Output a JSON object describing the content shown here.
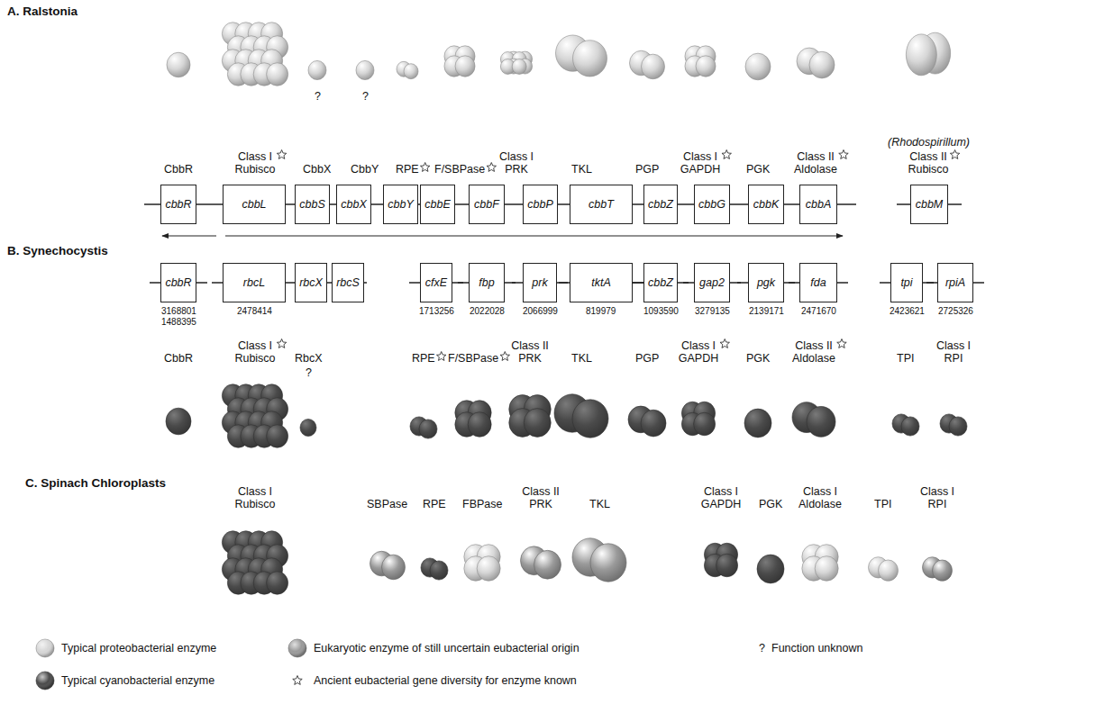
{
  "diagram": {
    "nodes": [
      {
        "text": [
          "cbbR"
        ]
      },
      {
        "text": [
          "cbbL"
        ]
      },
      {
        "text": [
          "cbbS"
        ]
      },
      {
        "text": [
          "cbbX"
        ]
      },
      {
        "text": [
          "cbbY"
        ]
      },
      {
        "text": [
          "cbbE"
        ]
      },
      {
        "text": [
          "cbbF"
        ]
      },
      {
        "text": [
          "cbbP"
        ]
      },
      {
        "text": [
          "cbbT"
        ]
      },
      {
        "text": [
          "cbbZ"
        ]
      },
      {
        "text": [
          "cbbG"
        ]
      },
      {
        "text": [
          "cbbK"
        ]
      },
      {
        "text": [
          "cbbA"
        ]
      },
      {
        "text": [
          "cbbM"
        ]
      },
      {
        "text": [
          "cbbR"
        ]
      },
      {
        "text": [
          "rbcL"
        ]
      },
      {
        "text": [
          "rbcX"
        ]
      },
      {
        "text": [
          "rbcS"
        ]
      },
      {
        "text": [
          "cfxE"
        ]
      },
      {
        "text": [
          "fbp"
        ]
      },
      {
        "text": [
          "prk"
        ]
      },
      {
        "text": [
          "tktA"
        ]
      },
      {
        "text": [
          "cbbZ"
        ]
      },
      {
        "text": [
          "gap2"
        ]
      },
      {
        "text": [
          "pgk"
        ]
      },
      {
        "text": [
          "fda"
        ]
      },
      {
        "text": [
          "tpi"
        ]
      },
      {
        "text": [
          "rpiA"
        ]
      }
    ],
    "labels": [
      "A. Ralstonia",
      "CbbR",
      "Class I Rubisco",
      "CbbX",
      "?",
      "CbbY",
      "?",
      "RPE",
      "F/SBPase",
      "Class I PRK",
      "TKL",
      "PGP",
      "Class I GAPDH",
      "PGK",
      "Class II Aldolase",
      "(Rhodospirillum)",
      "Class II Rubisco",
      "B. Synechocystis",
      "3168801",
      "1488395",
      "2478414",
      "1713256",
      "2022028",
      "2066999",
      "819979",
      "1093590",
      "3279135",
      "2139171",
      "2471670",
      "2423621",
      "2725326",
      "CbbR",
      "Class I Rubisco",
      "RbcX",
      "?",
      "RPE",
      "F/SBPase",
      "Class II PRK",
      "TKL",
      "PGP",
      "Class I GAPDH",
      "PGK",
      "Class II Aldolase",
      "TPI",
      "Class I RPI",
      "C. Spinach Chloroplasts",
      "Class I Rubisco",
      "SBPase",
      "RPE",
      "FBPase",
      "Class II PRK",
      "TKL",
      "Class I GAPDH",
      "PGK",
      "Class I Aldolase",
      "TPI",
      "Class I RPI",
      "?"
    ],
    "legend": [
      {
        "text": "Typical proteobacterial enzyme",
        "color": "#d6d6d6"
      },
      {
        "text": "Eukaryotic enzyme of still uncertain eubacterial origin",
        "color": "#9a9a9a"
      },
      {
        "text": "Function unknown"
      },
      {
        "text": "Typical cyanobacterial enzyme",
        "color": "#4a4a4a"
      },
      {
        "text": "Ancient eubacterial gene diversity for enzyme known"
      }
    ]
  }
}
